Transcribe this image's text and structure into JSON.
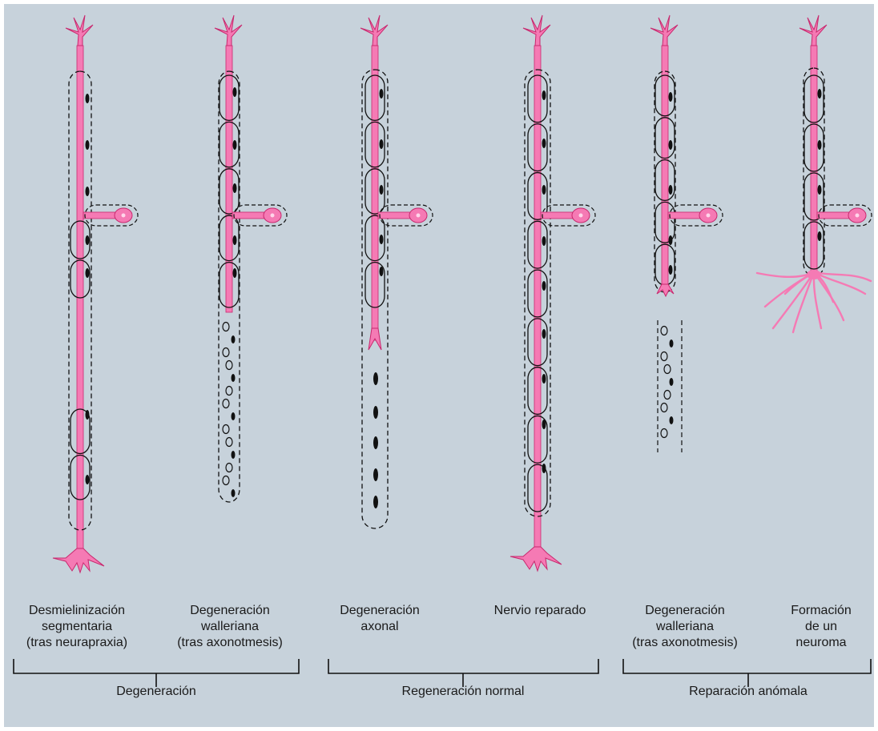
{
  "colors": {
    "background": "#c7d2db",
    "axon": "#f57ab4",
    "axon_outline": "#c8286e",
    "ink": "#111111"
  },
  "panels": [
    {
      "id": "segmental-demyelination",
      "label": "Desmielinización\nsegmentaria\n(tras neurapraxia)"
    },
    {
      "id": "wallerian-degeneration",
      "label": "Degeneración\nwalleriana\n(tras axonotmesis)"
    },
    {
      "id": "axonal-degeneration",
      "label": "Degeneración\naxonal"
    },
    {
      "id": "repaired-nerve",
      "label": "Nervio reparado"
    },
    {
      "id": "wallerian-degeneration-2",
      "label": "Degeneración\nwalleriana\n(tras axonotmesis)"
    },
    {
      "id": "neuroma-formation",
      "label": "Formación\nde un neuroma"
    }
  ],
  "groups": [
    {
      "id": "degeneration",
      "label": "Degeneración"
    },
    {
      "id": "normal-regeneration",
      "label": "Regeneración normal"
    },
    {
      "id": "abnormal-repair",
      "label": "Reparación anómala"
    }
  ]
}
